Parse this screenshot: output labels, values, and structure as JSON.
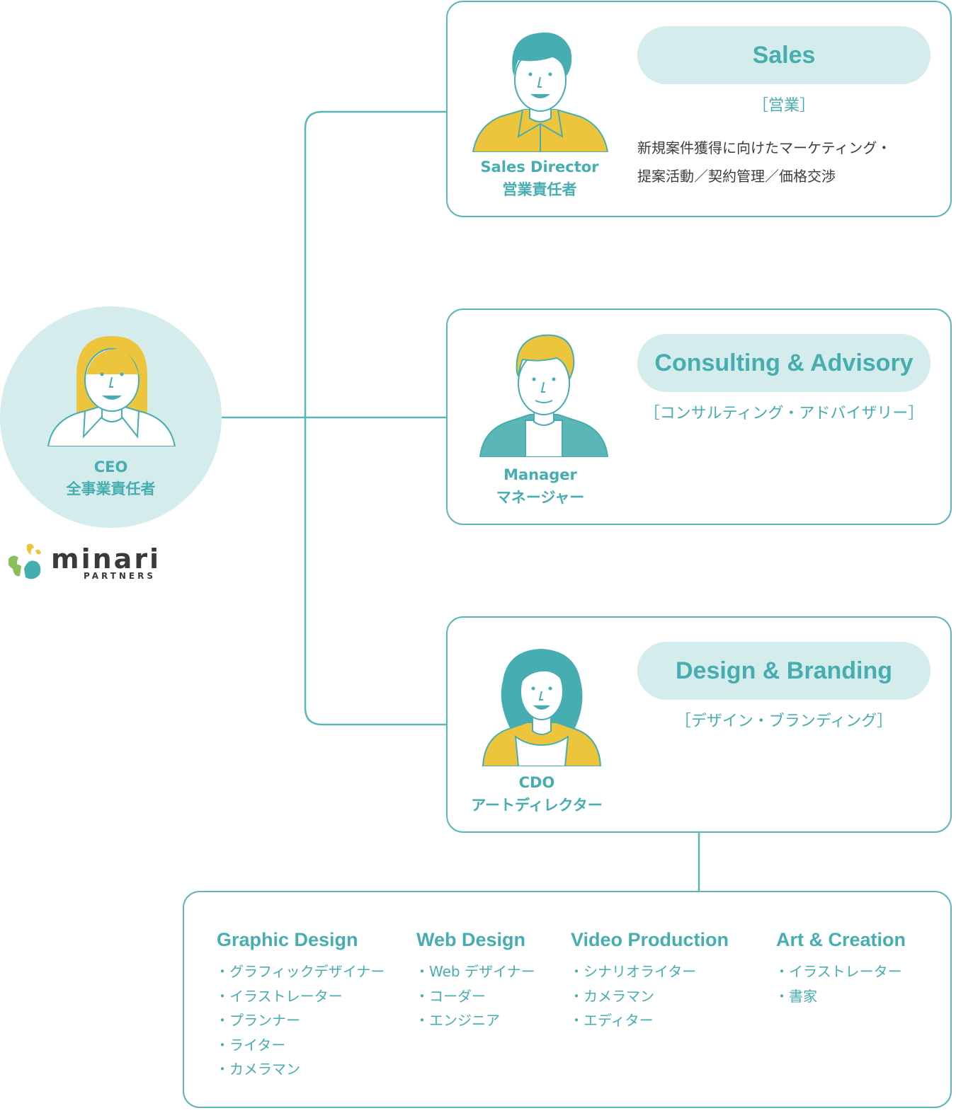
{
  "colors": {
    "teal": "#46adb0",
    "line": "#5bb6b8",
    "pill": "#d4ecec",
    "yellow": "#ecc53d",
    "text": "#3c3c3c"
  },
  "ceo": {
    "title": "CEO",
    "subtitle": "全事業責任者"
  },
  "logo": {
    "name": "minari",
    "tagline": "PARTNERS"
  },
  "sales": {
    "name": "Sales",
    "jp": "［営業］",
    "desc_line1": "新規案件獲得に向けたマーケティング・",
    "desc_line2": "提案活動／契約管理／価格交渉",
    "role_en": "Sales Director",
    "role_jp": "営業責任者"
  },
  "consulting": {
    "name": "Consulting & Advisory",
    "jp": "［コンサルティング・アドバイザリー］",
    "role_en": "Manager",
    "role_jp": "マネージャー"
  },
  "design": {
    "name": "Design & Branding",
    "jp": "［デザイン・ブランディング］",
    "role_en": "CDO",
    "role_jp": "アートディレクター"
  },
  "teams": [
    {
      "title": "Graphic Design",
      "members": [
        "グラフィックデザイナー",
        "イラストレーター",
        "プランナー",
        "ライター",
        "カメラマン"
      ]
    },
    {
      "title": "Web Design",
      "members": [
        "Web デザイナー",
        "コーダー",
        "エンジニア"
      ]
    },
    {
      "title": "Video Production",
      "members": [
        "シナリオライター",
        "カメラマン",
        "エディター"
      ]
    },
    {
      "title": "Art & Creation",
      "members": [
        "イラストレーター",
        "書家"
      ]
    }
  ]
}
